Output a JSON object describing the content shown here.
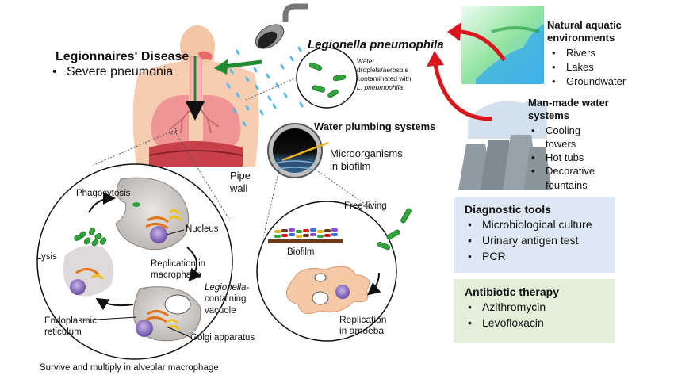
{
  "disease": {
    "title": "Legionnaires' Disease",
    "items": [
      "Severe pneumonia"
    ]
  },
  "pathogen": {
    "title": "Legionella pneumophila"
  },
  "droplets": {
    "line1": "Water",
    "line2": "droplets/aerosols",
    "line3": "contaminated with",
    "line4": "L. pneumophila"
  },
  "natural": {
    "title_line1": "Natural aquatic",
    "title_line2": "environments",
    "items": [
      "Rivers",
      "Lakes",
      "Groundwater"
    ]
  },
  "manmade": {
    "title_line1": "Man-made water",
    "title_line2": "systems",
    "items": [
      {
        "l1": "Cooling",
        "l2": "towers"
      },
      {
        "l1": "Hot tubs",
        "l2": ""
      },
      {
        "l1": "Decorative",
        "l2": "fountains"
      }
    ]
  },
  "plumbing": {
    "title": "Water plumbing systems",
    "micro_line1": "Microorganisms",
    "micro_line2": "in biofilm",
    "pipe_line1": "Pipe",
    "pipe_line2": "wall"
  },
  "macrophage_cycle": {
    "phagocytosis": "Phagocytosis",
    "nucleus": "Nucleus",
    "lysis": "Lysis",
    "replication_line1": "Replication in",
    "replication_line2": "macrophage",
    "lcv_line1": "Legionella-",
    "lcv_line2": "containing",
    "lcv_line3": "vacuole",
    "er_line1": "Endoplasmic",
    "er_line2": "reticulum",
    "golgi": "Golgi apparatus",
    "caption": "Survive and multiply in alveolar macrophage"
  },
  "amoeba_cycle": {
    "free_living": "Free-living",
    "biofilm": "Biofilm",
    "replication_line1": "Replication",
    "replication_line2": "in amoeba"
  },
  "diagnostic": {
    "title": "Diagnostic tools",
    "items": [
      "Microbiological culture",
      "Urinary antigen test",
      "PCR"
    ],
    "bg": "#dde8f4"
  },
  "antibiotic": {
    "title": "Antibiotic therapy",
    "items": [
      "Azithromycin",
      "Levofloxacin"
    ],
    "bg": "#e3efd9"
  },
  "colors": {
    "arrow_green": "#1f8a2e",
    "arrow_red": "#d9161b",
    "bacteria": "#2fa53a",
    "droplet": "#5bb8e8"
  }
}
